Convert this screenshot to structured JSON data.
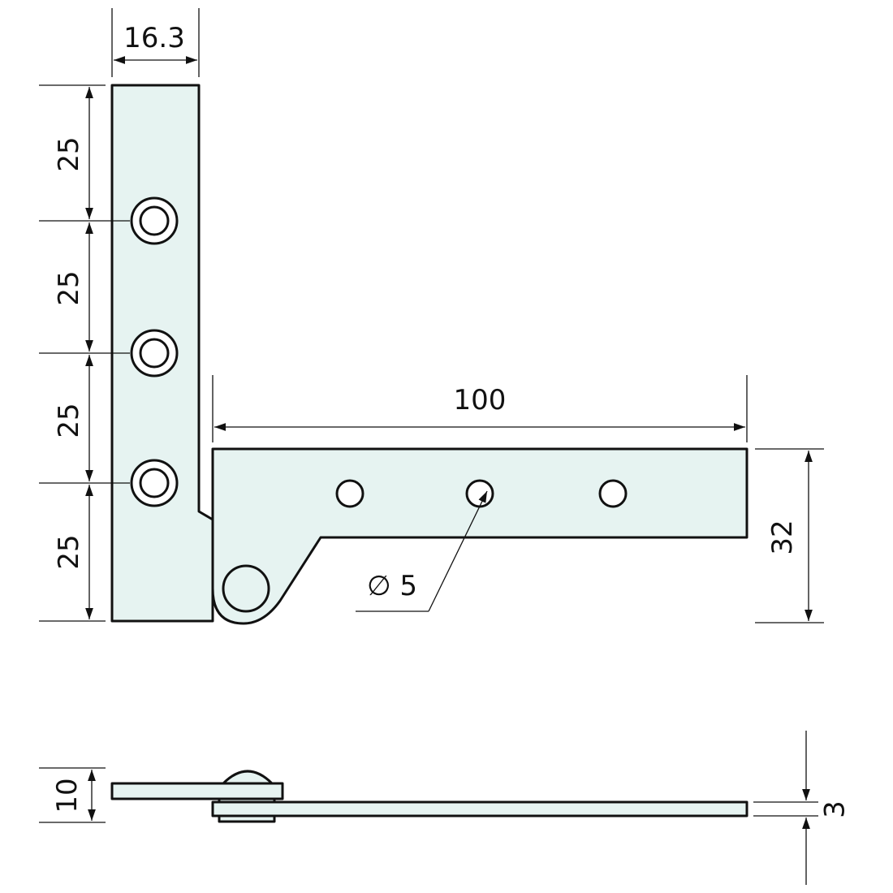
{
  "title": "Pivot hinge dimension drawing",
  "fill_color": "#e6f3f1",
  "dimensions": {
    "width_top": "16.3",
    "hole_spacing": [
      "25",
      "25",
      "25",
      "25"
    ],
    "length": "100",
    "height": "32",
    "hole_diameter": "∅ 5",
    "side_height": "10",
    "thickness": "3"
  }
}
